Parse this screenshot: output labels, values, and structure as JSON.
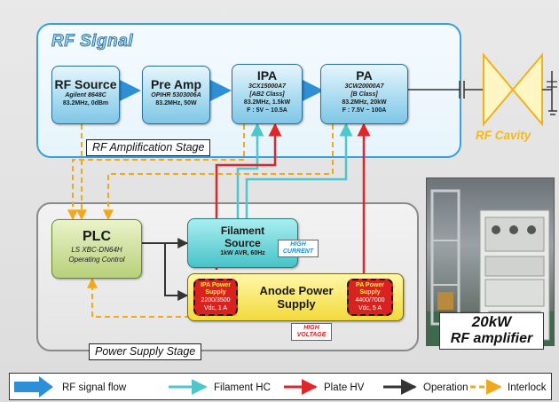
{
  "rf_signal_stage": {
    "title": "RF Signal",
    "label": "RF Amplification Stage",
    "blocks": [
      {
        "title": "RF Source",
        "model": "Agilent 8648C",
        "spec_lines": [
          "83.2MHz, 0dBm"
        ]
      },
      {
        "title": "Pre Amp",
        "model": "OPIHR 5303006A",
        "spec_lines": [
          "83.2MHz, 50W"
        ]
      },
      {
        "title": "IPA",
        "model": "3CX15000A7",
        "class": "[AB2 Class]",
        "spec_lines": [
          "83.2MHz, 1.5kW",
          "F : 5V ~ 10.5A"
        ]
      },
      {
        "title": "PA",
        "model": "3CW20000A7",
        "class": "[B Class]",
        "spec_lines": [
          "83.2MHz, 20kW",
          "F : 7.5V ~ 100A"
        ]
      }
    ],
    "cavity_label": "RF Cavity"
  },
  "power_supply_stage": {
    "label": "Power Supply Stage",
    "plc": {
      "title": "PLC",
      "model": "LS XBC-DN64H",
      "function": "Operating Control"
    },
    "filament": {
      "title_line1": "Filament",
      "title_line2": "Source",
      "spec": "1kW AVR, 60Hz",
      "tag_line1": "HIGH",
      "tag_line2": "CURRENT"
    },
    "anode": {
      "title_line1": "Anode Power",
      "title_line2": "Supply",
      "ipa_supply": {
        "line1": "IPA Power",
        "line2": "Supply",
        "line3": "2200/3500",
        "line4": "Vdc, 1 A"
      },
      "pa_supply": {
        "line1": "PA Power",
        "line2": "Supply",
        "line3": "4400/7000",
        "line4": "Vdc, 5 A"
      },
      "tag_line1": "HIGH",
      "tag_line2": "VOLTAGE"
    }
  },
  "photo": {
    "caption_line1": "20kW",
    "caption_line2": "RF amplifier"
  },
  "legend": [
    {
      "label": "RF signal flow",
      "color": "#2f8fd6"
    },
    {
      "label": "Filament HC",
      "color": "#4fc6cc"
    },
    {
      "label": "Plate HV",
      "color": "#e0262b"
    },
    {
      "label": "Operation",
      "color": "#333333"
    },
    {
      "label": "Interlock",
      "color": "#f2a81d"
    }
  ]
}
